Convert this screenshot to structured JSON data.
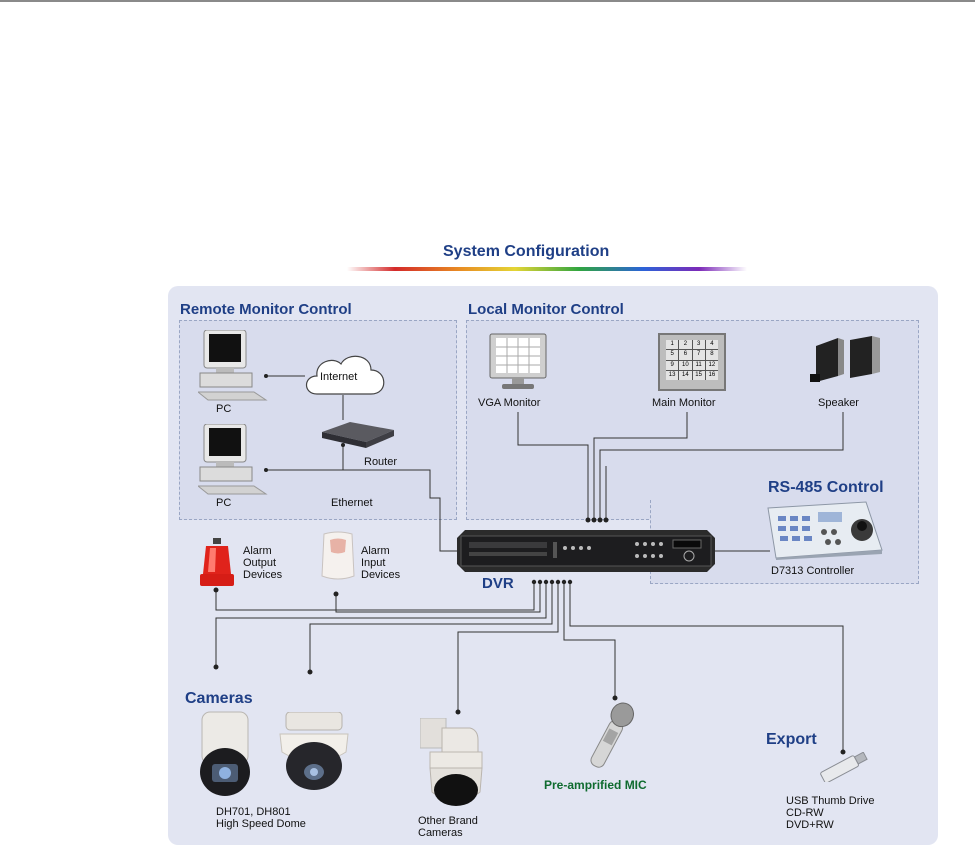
{
  "title": "System Configuration",
  "sections": {
    "remote": "Remote Monitor Control",
    "local": "Local Monitor Control",
    "rs485": "RS-485 Control",
    "cameras": "Cameras",
    "export": "Export",
    "dvr": "DVR"
  },
  "labels": {
    "pc_top": "PC",
    "pc_bottom": "PC",
    "internet": "Internet",
    "router": "Router",
    "ethernet": "Ethernet",
    "vga_monitor": "VGA Monitor",
    "main_monitor": "Main Monitor",
    "speaker": "Speaker",
    "controller": "D7313 Controller",
    "alarm_output": [
      "Alarm",
      "Output",
      "Devices"
    ],
    "alarm_input": [
      "Alarm",
      "Input",
      "Devices"
    ],
    "speed_dome": [
      "DH701, DH801",
      "High Speed Dome"
    ],
    "other_cameras": [
      "Other Brand",
      "Cameras"
    ],
    "mic": "Pre-amprified MIC",
    "export_media": [
      "USB Thumb Drive",
      "CD-RW",
      "DVD+RW"
    ]
  },
  "monitor_grid": [
    "1",
    "2",
    "3",
    "4",
    "5",
    "6",
    "7",
    "8",
    "9",
    "10",
    "11",
    "12",
    "13",
    "14",
    "15",
    "16"
  ],
  "colors": {
    "heading": "#1f3f86",
    "panel": "#e2e5f2",
    "box": "#d8dced",
    "wire": "#333333",
    "mic_label": "#0f6b2f"
  },
  "icons": [
    "pc-icon",
    "cloud-icon",
    "router-icon",
    "vga-monitor-icon",
    "main-monitor-icon",
    "speaker-icon",
    "dvr-icon",
    "controller-icon",
    "alarm-light-icon",
    "pir-sensor-icon",
    "dome-camera-icon",
    "ptz-camera-icon",
    "microphone-icon",
    "usb-drive-icon"
  ]
}
